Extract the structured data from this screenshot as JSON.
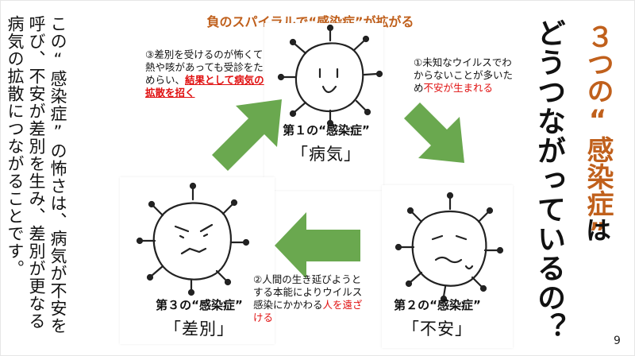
{
  "header": "負のスパイラルで“感染症”が拡がる",
  "left_text": [
    "この“感染症”の怖さは、病気が不安を",
    "呼び、不安が差別を生み、差別が更なる",
    "病気の拡散につながることです。"
  ],
  "title_orange": "３つの“感染症”",
  "title_ha": "は",
  "title_black": "どうつながっているの？",
  "note1": {
    "plain": "③差別を受けるのが怖くて熱や咳があっても受診をためらい、",
    "emph": "結果として病気の拡散を招く"
  },
  "note2": {
    "plain": "①未知なウイルスでわからないことが多いため",
    "emph": "不安が生まれる"
  },
  "note3": {
    "plain": "②人間の生き延びようとする本能によりウイルス感染にかかわる",
    "emph": "人を遠ざける"
  },
  "infection1": {
    "ordinal": "第１の“感染症”",
    "name": "「病気」"
  },
  "infection2": {
    "ordinal": "第２の“感染症”",
    "name": "「不安」"
  },
  "infection3": {
    "ordinal": "第３の“感染症”",
    "name": "「差別」"
  },
  "page_number": "9",
  "colors": {
    "accent_orange": "#c0601c",
    "emphasis_red": "#e01010",
    "arrow_green": "#6aa84f"
  }
}
